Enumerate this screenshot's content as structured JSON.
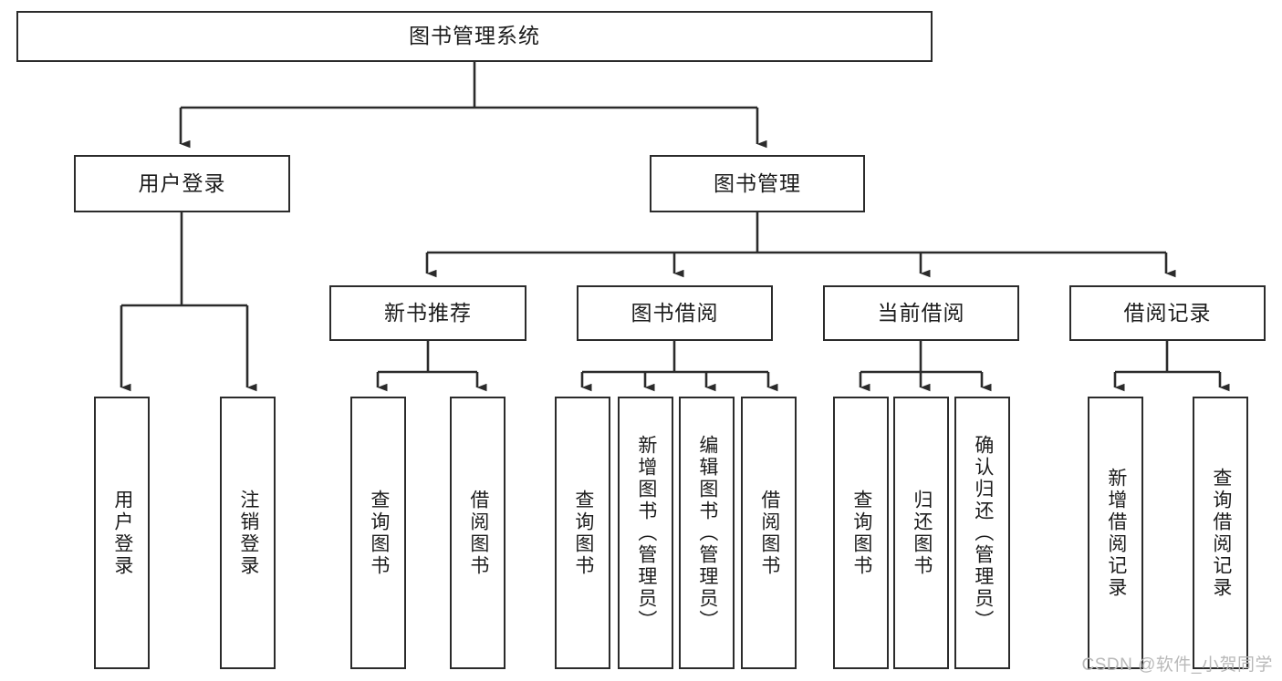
{
  "diagram": {
    "title": "图书管理系统",
    "type": "hierarchy-tree",
    "colors": {
      "stroke": "#2b2b2b",
      "fill": "#ffffff",
      "text": "#1c1c1c",
      "watermark": "#b9b9b9"
    },
    "levels": {
      "root": {
        "label": "图书管理系统"
      },
      "level2": [
        {
          "label": "用户登录"
        },
        {
          "label": "图书管理"
        }
      ],
      "level3": [
        {
          "label": "新书推荐"
        },
        {
          "label": "图书借阅"
        },
        {
          "label": "当前借阅"
        },
        {
          "label": "借阅记录"
        }
      ],
      "leaves": [
        {
          "label": "用户登录",
          "parent": "用户登录"
        },
        {
          "label": "注销登录",
          "parent": "用户登录"
        },
        {
          "label": "查询图书",
          "parent": "新书推荐"
        },
        {
          "label": "借阅图书",
          "parent": "新书推荐"
        },
        {
          "label": "查询图书",
          "parent": "图书借阅"
        },
        {
          "label": "新增图书（管理员）",
          "parent": "图书借阅"
        },
        {
          "label": "编辑图书（管理员）",
          "parent": "图书借阅"
        },
        {
          "label": "借阅图书",
          "parent": "图书借阅"
        },
        {
          "label": "查询图书",
          "parent": "当前借阅"
        },
        {
          "label": "归还图书",
          "parent": "当前借阅"
        },
        {
          "label": "确认归还（管理员）",
          "parent": "当前借阅"
        },
        {
          "label": "新增借阅记录",
          "parent": "借阅记录"
        },
        {
          "label": "查询借阅记录",
          "parent": "借阅记录"
        }
      ]
    },
    "watermark": "CSDN @软件_小贺同学"
  }
}
